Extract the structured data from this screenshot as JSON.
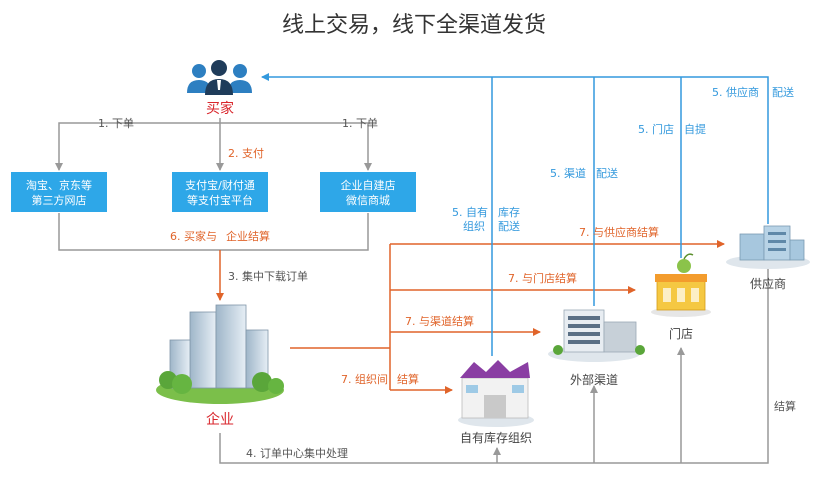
{
  "title": "线上交易，线下全渠道发货",
  "nodes": {
    "buyer": "买家",
    "enterprise": "企业",
    "own_warehouse": "自有库存组织",
    "external_channel": "外部渠道",
    "store": "门店",
    "supplier": "供应商"
  },
  "boxes": [
    {
      "line1": "淘宝、京东等",
      "line2": "第三方网店"
    },
    {
      "line1": "支付宝/财付通",
      "line2": "等支付宝平台"
    },
    {
      "line1": "企业自建店",
      "line2": "微信商城"
    }
  ],
  "labels": {
    "order_left": "1. 下单",
    "order_right": "1. 下单",
    "pay": "2. 支付",
    "download": "3. 集中下载订单",
    "process": "4. 订单中心集中处理",
    "settle6_a": "6. 买家与",
    "settle6_b": "企业结算",
    "org_settle_a": "7. 组织间",
    "org_settle_b": "结算",
    "channel_settle": "7. 与渠道结算",
    "store_settle": "7. 与门店结算",
    "supplier_settle": "7. 与供应商结算",
    "supplier_ship_a": "5. 供应商",
    "supplier_ship_b": "配送",
    "store_pick_a": "5. 门店",
    "store_pick_b": "自提",
    "channel_ship_a": "5. 渠道",
    "channel_ship_b": "配送",
    "own_ship_a": "5. 自有",
    "own_ship_b": "库存",
    "own_ship_c": "组织",
    "own_ship_d": "配送",
    "settle": "结算"
  },
  "colors": {
    "box": "#2ea7e8",
    "orange": "#e0642a",
    "blue": "#3399dd",
    "gray": "#999999",
    "red": "#d9262c"
  }
}
